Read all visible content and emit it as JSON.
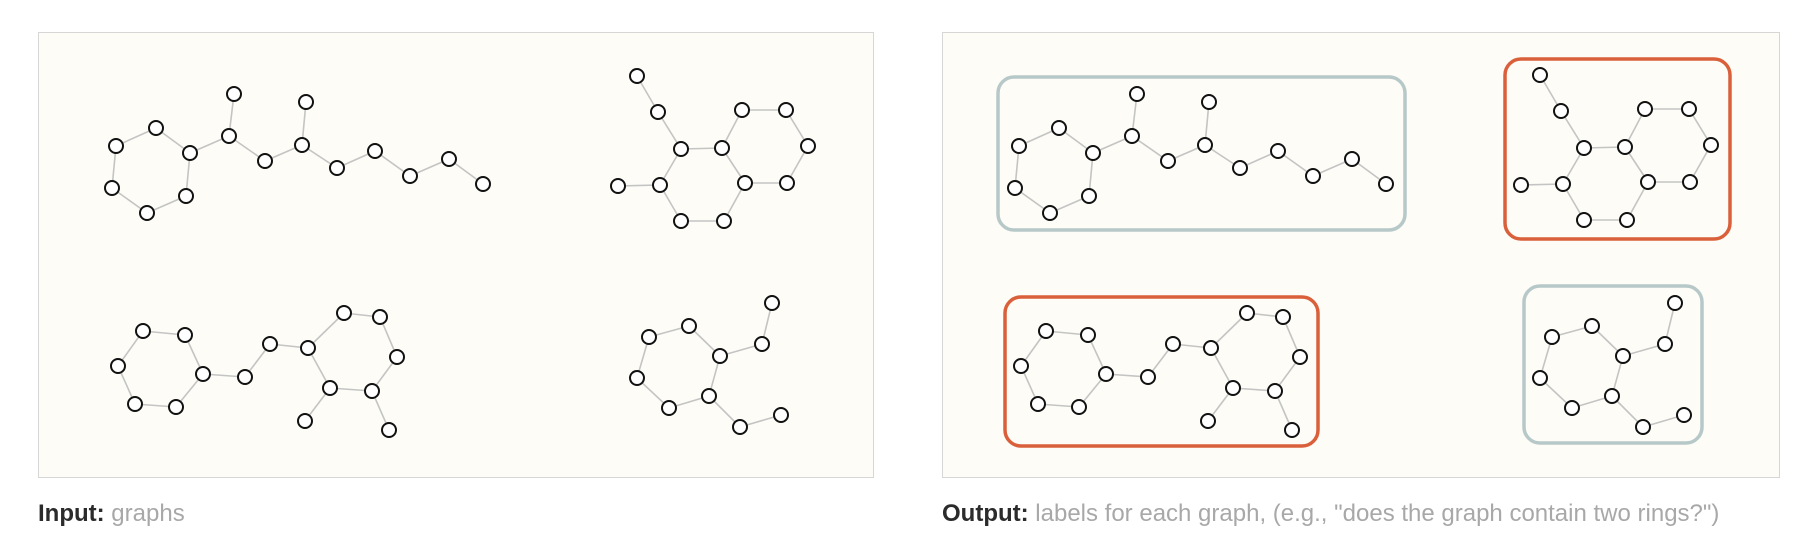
{
  "input": {
    "caption_bold": "Input:",
    "caption_text": " graphs"
  },
  "output": {
    "caption_bold": "Output:",
    "caption_text": " labels for each graph, (e.g., \"does the graph contain two rings?\")"
  },
  "colors": {
    "panel_fill": "#fdfcf6",
    "panel_border": "#d6d6d6",
    "node_stroke": "#111111",
    "edge": "#c4c4c4",
    "label_positive": "#d9603b",
    "label_negative": "#b7c8c8"
  },
  "graphs": [
    {
      "name": "graph-chain-with-ring",
      "output_label": "negative"
    },
    {
      "name": "graph-two-fused-rings",
      "output_label": "positive"
    },
    {
      "name": "graph-two-separate-rings",
      "output_label": "positive"
    },
    {
      "name": "graph-single-ring",
      "output_label": "negative"
    }
  ]
}
